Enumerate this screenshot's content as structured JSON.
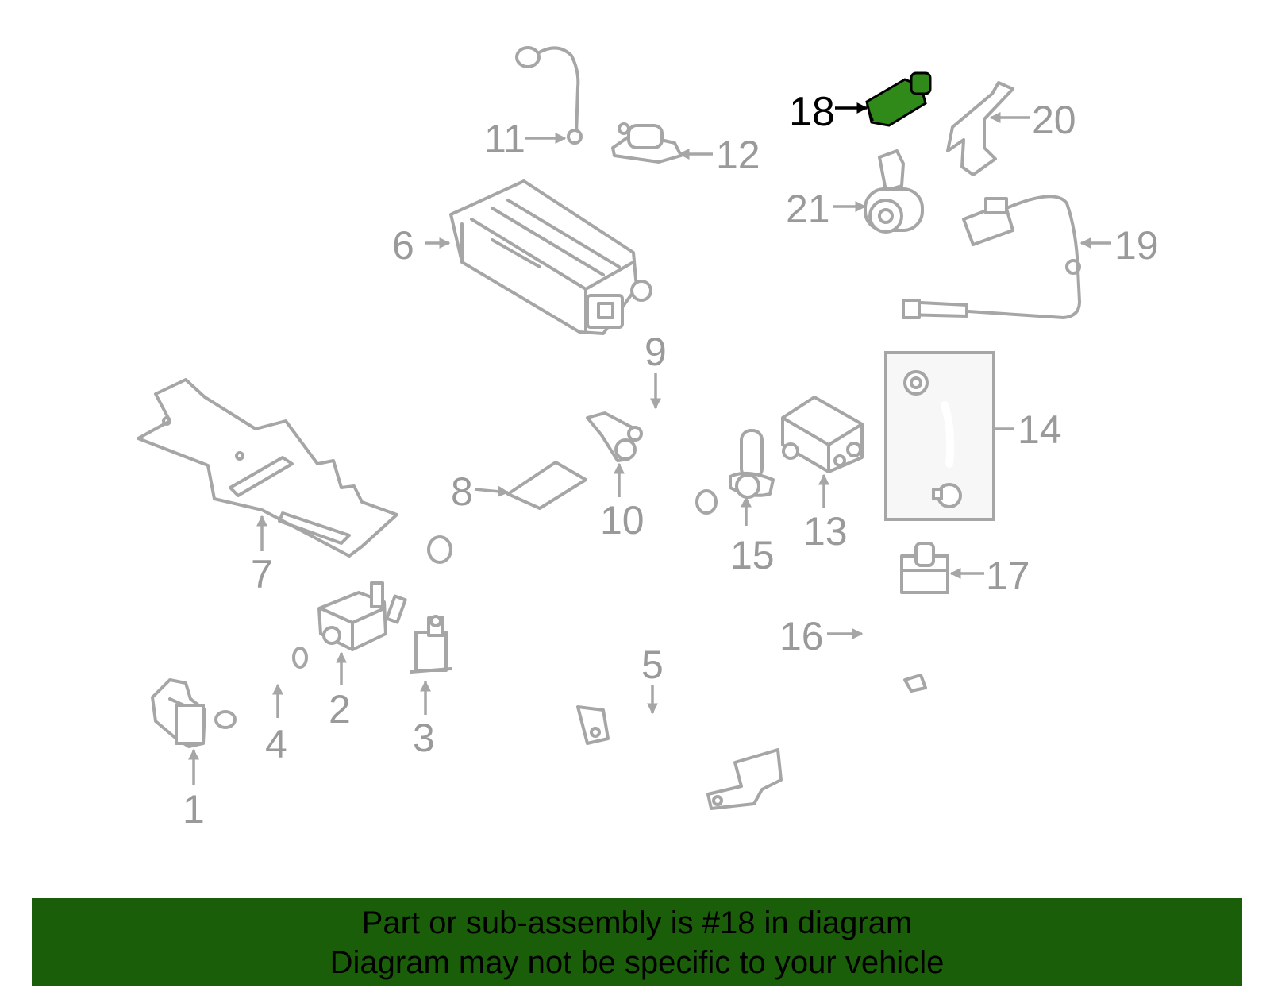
{
  "highlight_color": "#2f8a1a",
  "banner": {
    "background": "#1a5e0a",
    "line1": "Part or sub-assembly is #18 in diagram",
    "line2": "Diagram may not be specific to your vehicle"
  },
  "highlighted_part": "18",
  "callouts": {
    "c1": "1",
    "c2": "2",
    "c3": "3",
    "c4": "4",
    "c5": "5",
    "c6": "6",
    "c7": "7",
    "c8": "8",
    "c9": "9",
    "c10": "10",
    "c11": "11",
    "c12": "12",
    "c13": "13",
    "c14": "14",
    "c15": "15",
    "c16": "16",
    "c17": "17",
    "c18": "18",
    "c19": "19",
    "c20": "20",
    "c21": "21"
  }
}
